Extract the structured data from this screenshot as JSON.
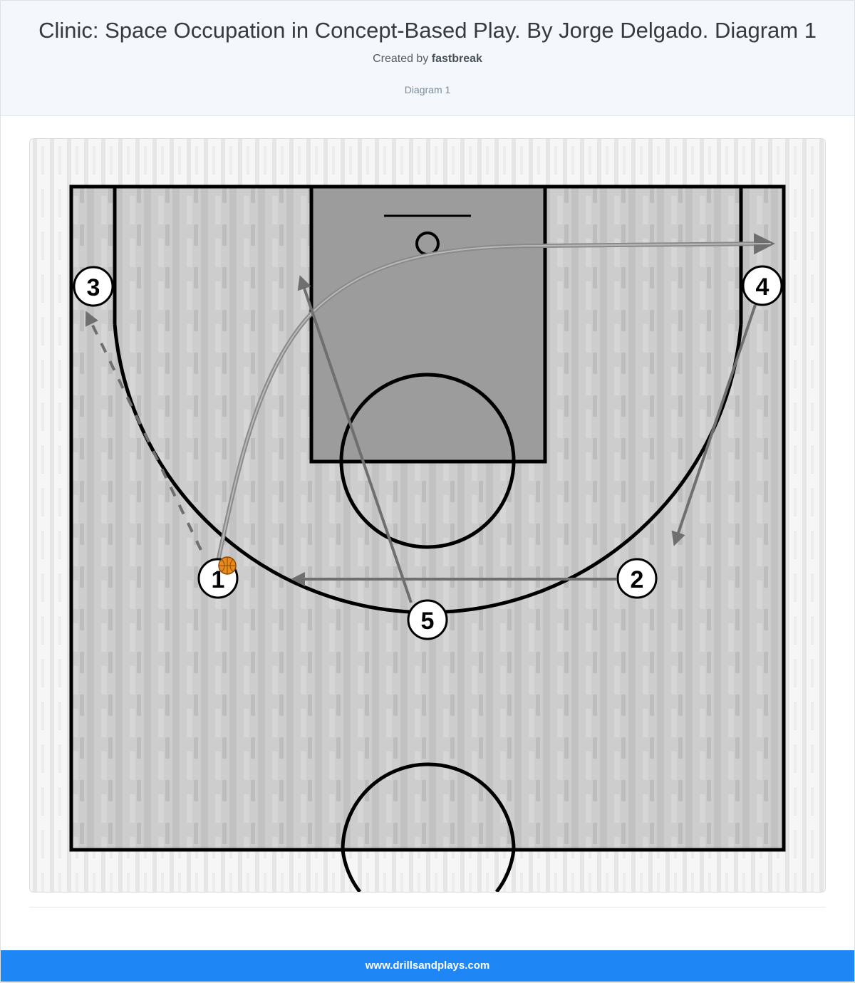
{
  "page": {
    "title": "Clinic: Space Occupation in Concept-Based Play. By Jorge Delgado. Diagram 1",
    "created_by_prefix": "Created by",
    "author": "fastbreak",
    "caption": "Diagram 1"
  },
  "diagram": {
    "players": [
      {
        "id": "p3",
        "label": "3"
      },
      {
        "id": "p4",
        "label": "4"
      },
      {
        "id": "p1",
        "label": "1",
        "has_ball": true
      },
      {
        "id": "p2",
        "label": "2"
      },
      {
        "id": "p5",
        "label": "5"
      }
    ],
    "colors": {
      "court_fill": "#c4c4c4",
      "paint_fill": "#9a9a9a",
      "lines": "#000000",
      "movement": "#6f6f6f",
      "ball": "#e8891c"
    }
  },
  "footer": {
    "site": "www.drillsandplays.com"
  }
}
